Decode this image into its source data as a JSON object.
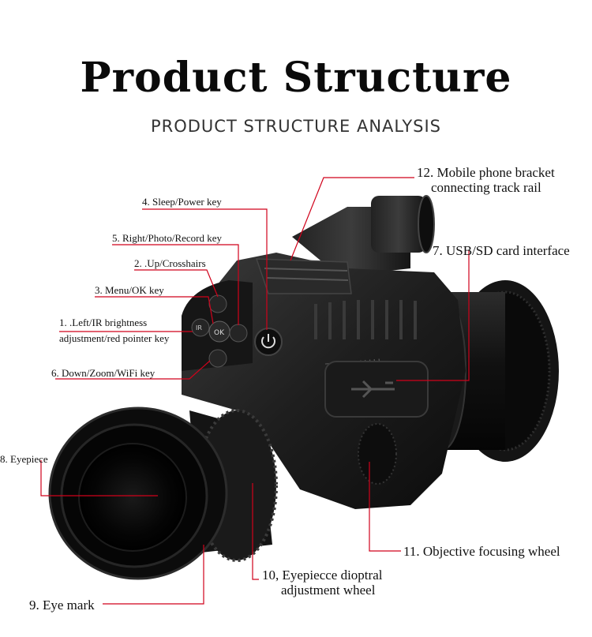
{
  "title": "Product Structure",
  "subtitle": "PRODUCT STRUCTURE ANALYSIS",
  "brand": "ZIYOUHU",
  "button_marks": {
    "ir": "IR",
    "ok": "OK"
  },
  "colors": {
    "leader_line": "#d0021b",
    "body": "#1c1c1c"
  },
  "labels": [
    {
      "id": "label-12",
      "lines": [
        "12. Mobile phone bracket",
        "connecting track rail"
      ]
    },
    {
      "id": "label-4",
      "lines": [
        "4. Sleep/Power key"
      ]
    },
    {
      "id": "label-5",
      "lines": [
        "5. Right/Photo/Record key"
      ]
    },
    {
      "id": "label-7",
      "lines": [
        "7. USB/SD card interface"
      ]
    },
    {
      "id": "label-2",
      "lines": [
        "2. .Up/Crosshairs"
      ]
    },
    {
      "id": "label-3",
      "lines": [
        "3. Menu/OK key"
      ]
    },
    {
      "id": "label-1",
      "lines": [
        "1. .Left/IR brightness",
        "adjustment/red pointer key"
      ]
    },
    {
      "id": "label-6",
      "lines": [
        "6. Down/Zoom/WiFi key"
      ]
    },
    {
      "id": "label-8",
      "lines": [
        "8. Eyepiece"
      ]
    },
    {
      "id": "label-11",
      "lines": [
        "11. Objective focusing wheel"
      ]
    },
    {
      "id": "label-10",
      "lines": [
        "10, Eyepiecce dioptral",
        "adjustment wheel"
      ]
    },
    {
      "id": "label-9",
      "lines": [
        "9. Eye mark"
      ]
    }
  ]
}
